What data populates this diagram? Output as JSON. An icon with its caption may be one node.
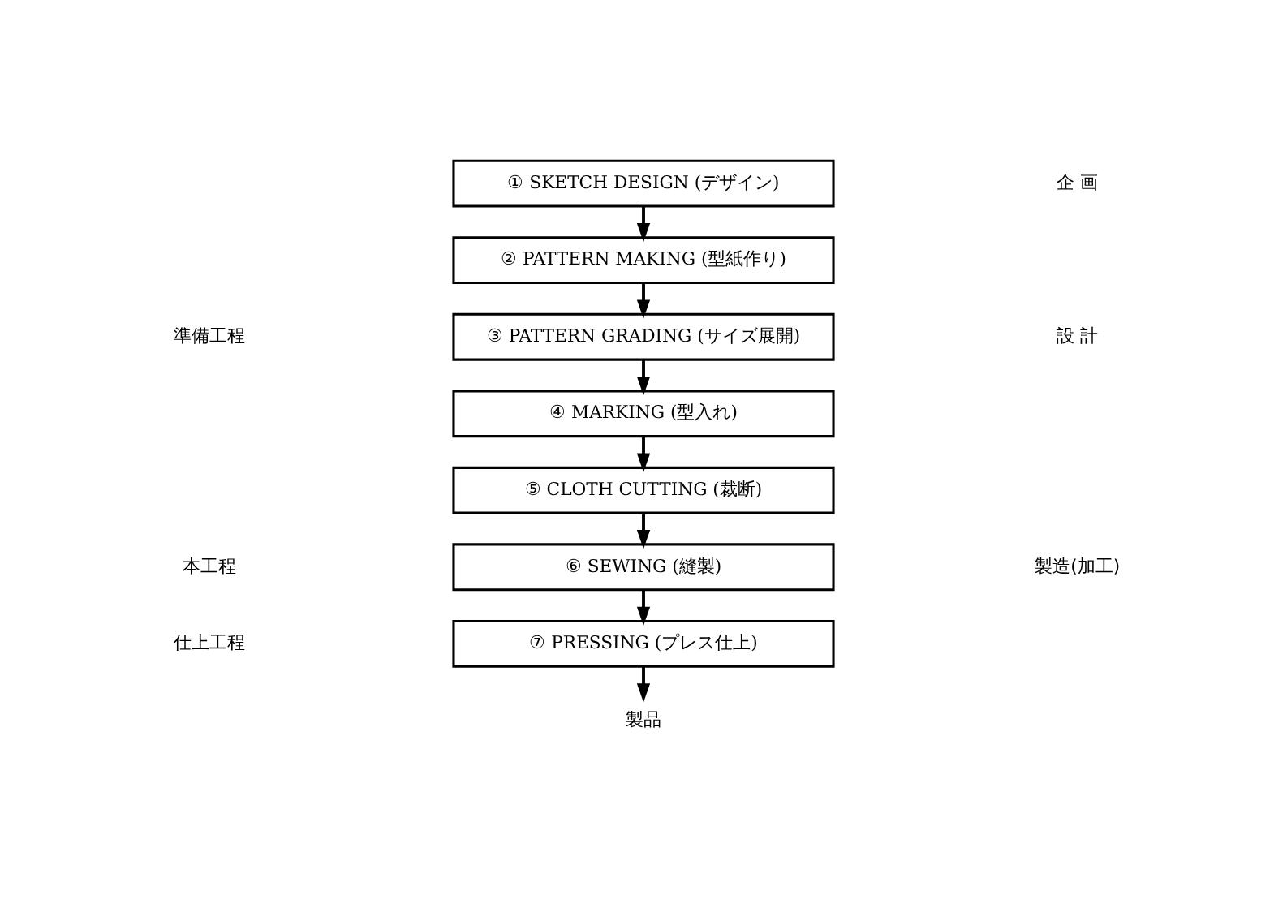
{
  "diagram": {
    "nodes": [
      {
        "text": [
          "① SKETCH DESIGN (デザイン)"
        ]
      },
      {
        "text": [
          "② PATTERN MAKING (型紙作り)"
        ]
      },
      {
        "text": [
          "③ PATTERN GRADING (サイズ展開)"
        ]
      },
      {
        "text": [
          "④ MARKING (型入れ)"
        ]
      },
      {
        "text": [
          "⑤ CLOTH CUTTING (裁断)"
        ]
      },
      {
        "text": [
          "⑥ SEWING (縫製)"
        ]
      },
      {
        "text": [
          "⑦ PRESSING (プレス仕上)"
        ]
      },
      {
        "text": [
          "製品"
        ]
      }
    ],
    "edges": [
      {
        "from": 0,
        "to": 1,
        "arrow": "to"
      },
      {
        "from": 1,
        "to": 2,
        "arrow": "to"
      },
      {
        "from": 2,
        "to": 3,
        "arrow": "to"
      },
      {
        "from": 3,
        "to": 4,
        "arrow": "to"
      },
      {
        "from": 4,
        "to": 5,
        "arrow": "to"
      },
      {
        "from": 5,
        "to": 6,
        "arrow": "to"
      },
      {
        "from": 6,
        "to": 7,
        "arrow": "to"
      }
    ],
    "labels": [
      "企 画",
      "準備工程",
      "設 計",
      "本工程",
      "製造(加工)",
      "仕上工程"
    ]
  }
}
